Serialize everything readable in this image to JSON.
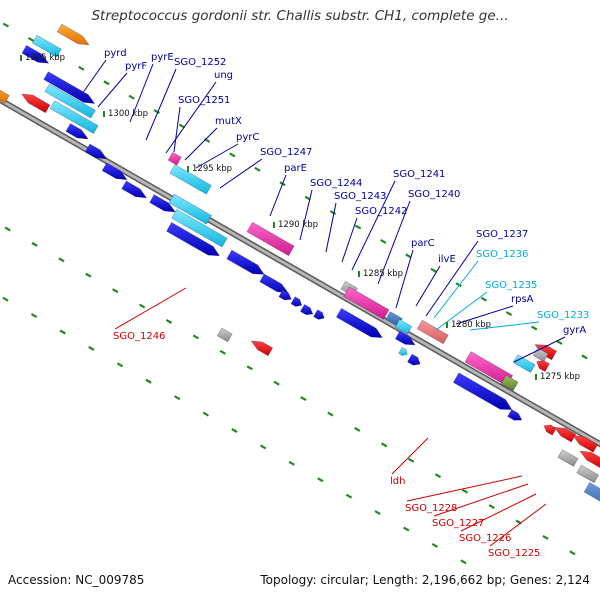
{
  "title": "Streptococcus gordonii str. Challis substr. CH1, complete ge...",
  "footer": {
    "accession": "Accession: NC_009785",
    "summary": "Topology: circular; Length: 2,196,662 bp; Genes: 2,124"
  },
  "ticks": [
    "1305 kbp",
    "1300 kbp",
    "1295 kbp",
    "1290 kbp",
    "1285 kbp",
    "1280 kbp",
    "1275 kbp"
  ],
  "labels": [
    "pyrd",
    "pyrF",
    "pyrE",
    "SGO_1252",
    "ung",
    "SGO_1251",
    "mutX",
    "pyrC",
    "SGO_1247",
    "parE",
    "SGO_1244",
    "SGO_1243",
    "SGO_1242",
    "SGO_1241",
    "SGO_1240",
    "parC",
    "SGO_1237",
    "SGO_1236",
    "ilvE",
    "SGO_1235",
    "rpsA",
    "SGO_1233",
    "gyrA",
    "SGO_1246",
    "ldh",
    "SGO_1228",
    "SGO_1227",
    "SGO_1226",
    "SGO_1225"
  ],
  "colors": {
    "forward_cds": "#1111dd",
    "reverse_cds": "#ee1111",
    "rna_feature": "#22ccee",
    "pink_feature": "#ee33aa",
    "steel_feature": "#4477bb",
    "grey_feature": "#999999",
    "orange_feature": "#ff8800",
    "olive_feature": "#779933",
    "salmon_feature": "#ee7777",
    "backbone": "#888888",
    "forward_label": "#000099",
    "reverse_label": "#cc0000",
    "rna_label": "#00aadd",
    "gc_dots": "#228822"
  }
}
